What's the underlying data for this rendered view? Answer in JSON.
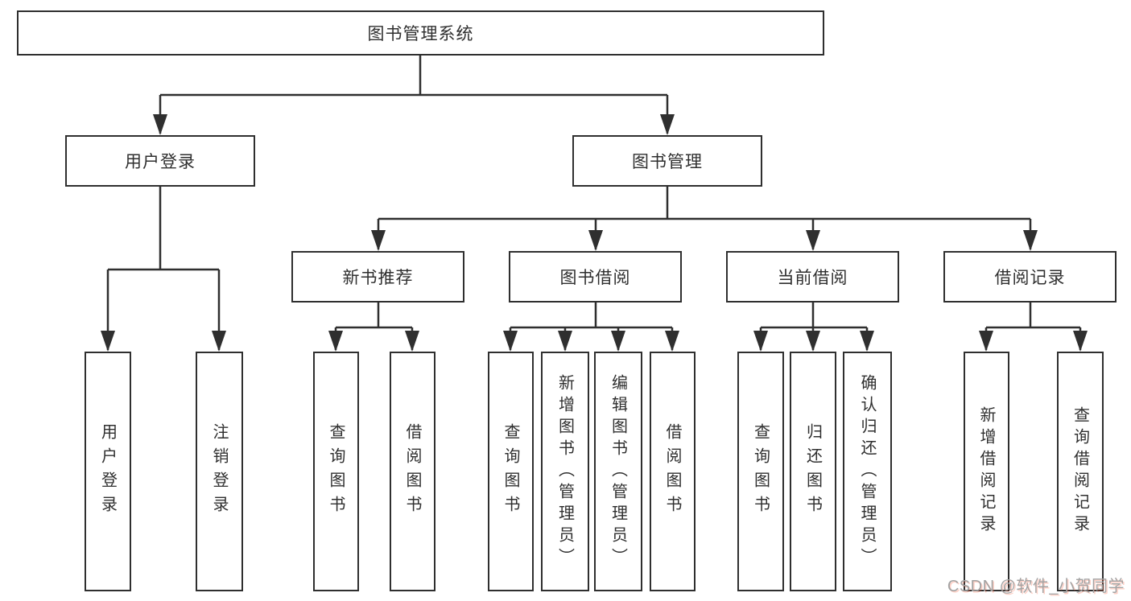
{
  "tree": {
    "root": {
      "label": "图书管理系统",
      "children": [
        {
          "label": "用户登录",
          "children": [
            {
              "label": "用户登录"
            },
            {
              "label": "注销登录"
            }
          ]
        },
        {
          "label": "图书管理",
          "children": [
            {
              "label": "新书推荐",
              "children": [
                {
                  "label": "查询图书"
                },
                {
                  "label": "借阅图书"
                }
              ]
            },
            {
              "label": "图书借阅",
              "children": [
                {
                  "label": "查询图书"
                },
                {
                  "label": "新增图书（管理员）"
                },
                {
                  "label": "编辑图书（管理员）"
                },
                {
                  "label": "借阅图书"
                }
              ]
            },
            {
              "label": "当前借阅",
              "children": [
                {
                  "label": "查询图书"
                },
                {
                  "label": "归还图书"
                },
                {
                  "label": "确认归还（管理员）"
                }
              ]
            },
            {
              "label": "借阅记录",
              "children": [
                {
                  "label": "新增借阅记录"
                },
                {
                  "label": "查询借阅记录"
                }
              ]
            }
          ]
        }
      ]
    }
  },
  "watermark": {
    "text": "CSDN @软件_小贺同学"
  },
  "colors": {
    "line": "#2f2f2f",
    "box_border": "#2f2f2f",
    "text": "#2f2f2f",
    "background": "#ffffff",
    "watermark": "#a3a3a3"
  }
}
